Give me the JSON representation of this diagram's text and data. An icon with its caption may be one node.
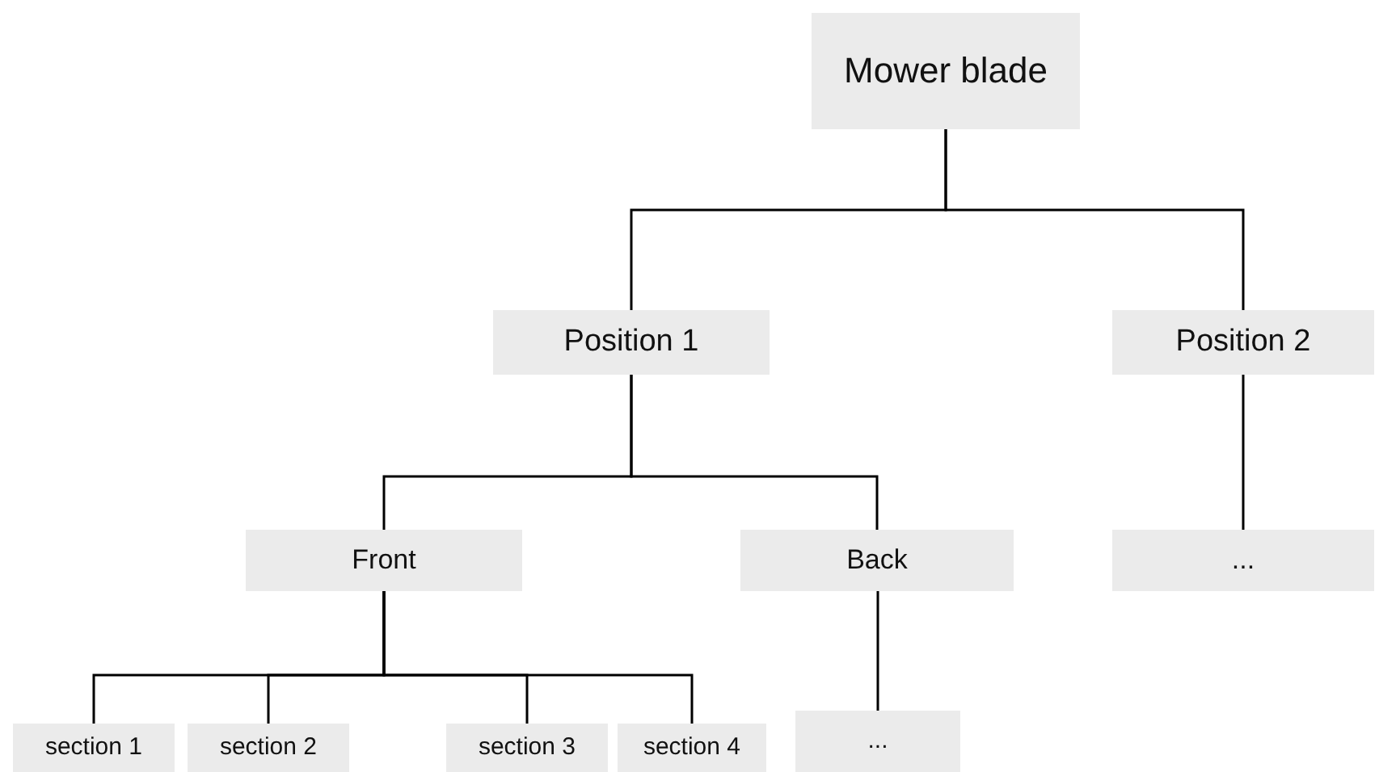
{
  "diagram": {
    "nodes": [
      {
        "text": [
          "Mower blade"
        ]
      },
      {
        "text": [
          "Position 1"
        ]
      },
      {
        "text": [
          "Position 2"
        ]
      },
      {
        "text": [
          "Front"
        ]
      },
      {
        "text": [
          "Back"
        ]
      },
      {
        "text": [
          "..."
        ]
      },
      {
        "text": [
          "section 1"
        ]
      },
      {
        "text": [
          "section 2"
        ]
      },
      {
        "text": [
          "section 3"
        ]
      },
      {
        "text": [
          "section 4"
        ]
      },
      {
        "text": [
          "..."
        ]
      }
    ],
    "edges": [
      {
        "from": 0,
        "to": 1,
        "arrow": "none"
      },
      {
        "from": 0,
        "to": 2,
        "arrow": "none"
      },
      {
        "from": 1,
        "to": 3,
        "arrow": "none"
      },
      {
        "from": 1,
        "to": 4,
        "arrow": "none"
      },
      {
        "from": 2,
        "to": 5,
        "arrow": "none"
      },
      {
        "from": 3,
        "to": 6,
        "arrow": "none"
      },
      {
        "from": 3,
        "to": 7,
        "arrow": "none"
      },
      {
        "from": 3,
        "to": 8,
        "arrow": "none"
      },
      {
        "from": 3,
        "to": 9,
        "arrow": "none"
      },
      {
        "from": 4,
        "to": 10,
        "arrow": "none"
      }
    ]
  }
}
